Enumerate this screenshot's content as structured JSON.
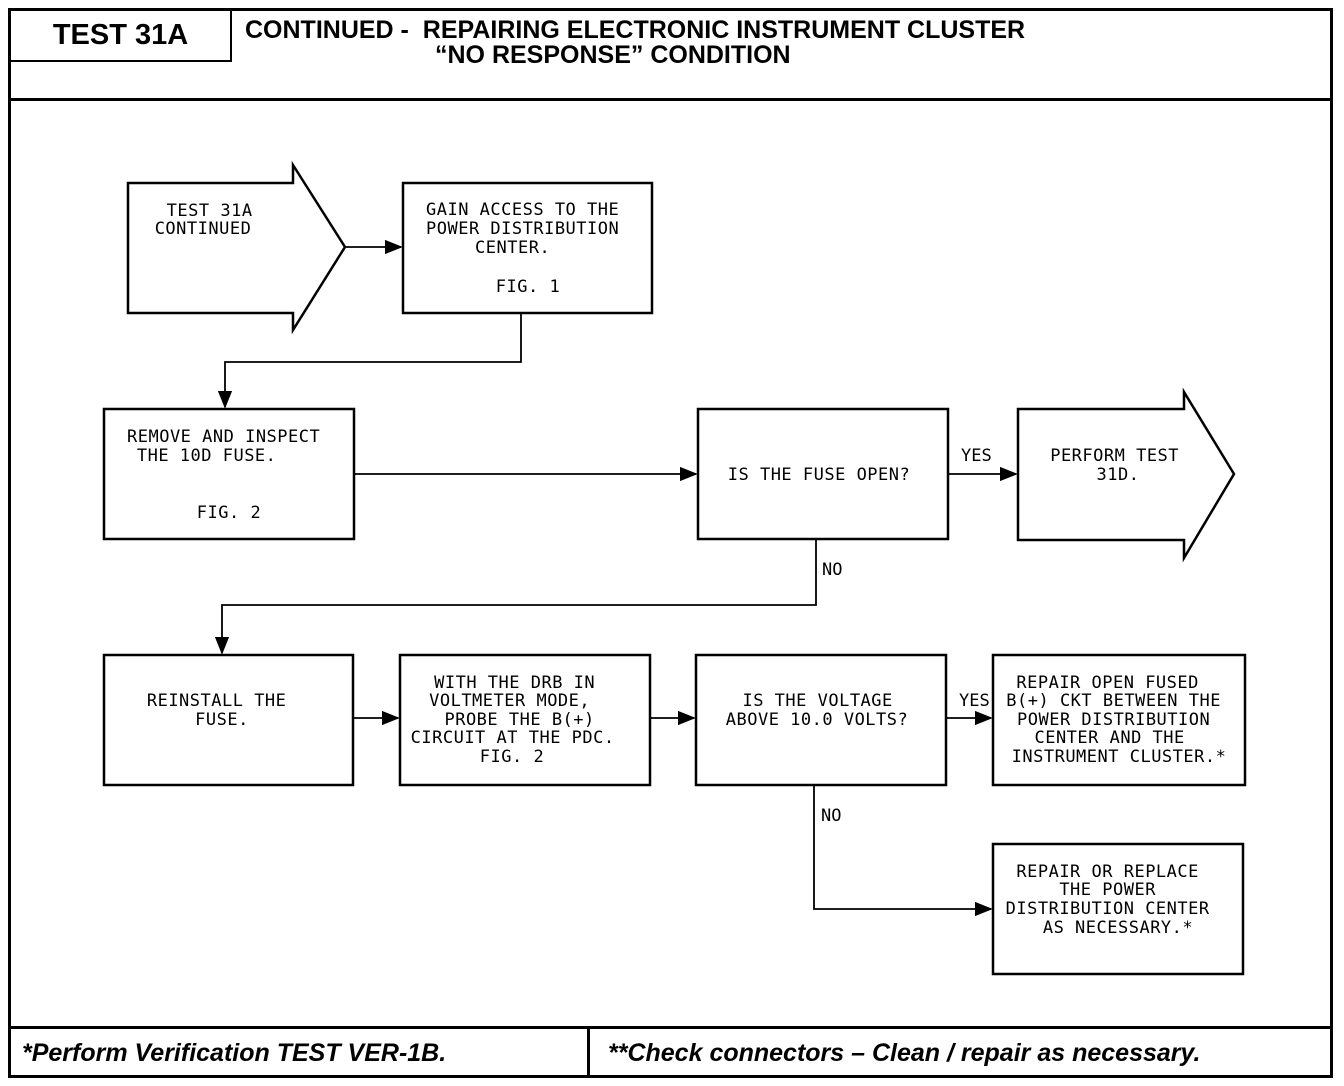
{
  "header": {
    "test_id": "TEST 31A",
    "title_line1": "CONTINUED -  REPAIRING ELECTRONIC INSTRUMENT CLUSTER",
    "title_line2": "“NO RESPONSE” CONDITION"
  },
  "nodes": {
    "start": [
      "TEST 31A",
      "CONTINUED"
    ],
    "access": [
      "GAIN ACCESS TO THE",
      "POWER DISTRIBUTION",
      "CENTER.",
      "",
      "FIG. 1"
    ],
    "remove": [
      "REMOVE AND INSPECT",
      "THE 10D FUSE.",
      "",
      "",
      "FIG. 2"
    ],
    "fuse_q": [
      "IS THE FUSE OPEN?"
    ],
    "perform": [
      "PERFORM TEST",
      "31D."
    ],
    "reinstall": [
      "REINSTALL THE",
      "FUSE."
    ],
    "probe": [
      "WITH THE DRB IN",
      "VOLTMETER MODE,",
      "PROBE THE B(+)",
      "CIRCUIT AT THE PDC.",
      "FIG. 2"
    ],
    "volt_q": [
      "IS THE VOLTAGE",
      "ABOVE 10.0 VOLTS?"
    ],
    "repair_ckt": [
      "REPAIR OPEN FUSED",
      "B(+) CKT BETWEEN THE",
      "POWER DISTRIBUTION",
      "CENTER AND THE",
      "INSTRUMENT CLUSTER.*"
    ],
    "repair_pdc": [
      "REPAIR OR REPLACE",
      "THE POWER",
      "DISTRIBUTION CENTER",
      "AS NECESSARY.*"
    ]
  },
  "labels": {
    "yes1": "YES",
    "no1": "NO",
    "yes2": "YES",
    "no2": "NO"
  },
  "footer": {
    "left": "*Perform Verification TEST VER-1B.",
    "right": "**Check connectors – Clean / repair as necessary."
  }
}
